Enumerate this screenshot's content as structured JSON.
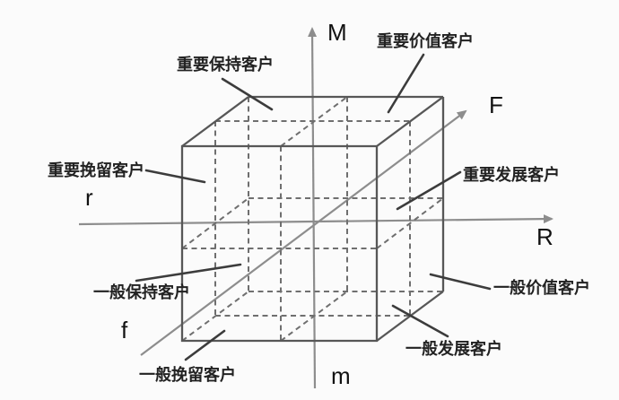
{
  "diagram_title": "RFM customer segmentation cube",
  "axis_labels": {
    "M": "M",
    "F": "F",
    "R": "R",
    "r_lower": "r",
    "f_lower": "f",
    "m_lower": "m"
  },
  "region_labels": {
    "important_keep": "重要保持客户",
    "important_value": "重要价值客户",
    "important_retain": "重要挽留客户",
    "important_develop": "重要发展客户",
    "general_keep": "一般保持客户",
    "general_value": "一般价值客户",
    "general_develop": "一般发展客户",
    "general_retain": "一般挽留客户"
  },
  "colors": {
    "background": "#fbfbfb",
    "axis_line": "#8d8d8d",
    "cube_edge": "#575757",
    "divider_dashed": "#6f6f6f",
    "leader_line": "#3c3c3c",
    "label_text": "#222222"
  }
}
